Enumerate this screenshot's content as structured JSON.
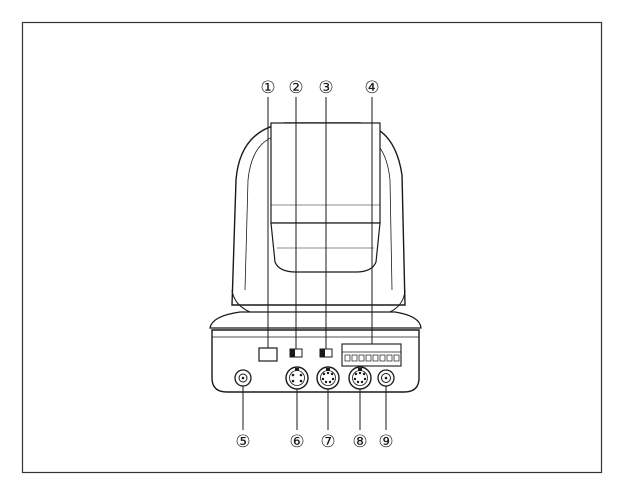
{
  "figure": {
    "callouts_top": [
      {
        "label": "①",
        "part": "1"
      },
      {
        "label": "②",
        "part": "2"
      },
      {
        "label": "③",
        "part": "3"
      },
      {
        "label": "④",
        "part": "4"
      }
    ],
    "callouts_bottom": [
      {
        "label": "⑤",
        "part": "5"
      },
      {
        "label": "⑥",
        "part": "6"
      },
      {
        "label": "⑦",
        "part": "7"
      },
      {
        "label": "⑧",
        "part": "8"
      },
      {
        "label": "⑨",
        "part": "9"
      }
    ]
  },
  "colors": {
    "line": "#1a1a1a",
    "body_fill": "#ffffff",
    "shade": "#d9d9d9",
    "dark_panel": "#1c1c1c"
  }
}
